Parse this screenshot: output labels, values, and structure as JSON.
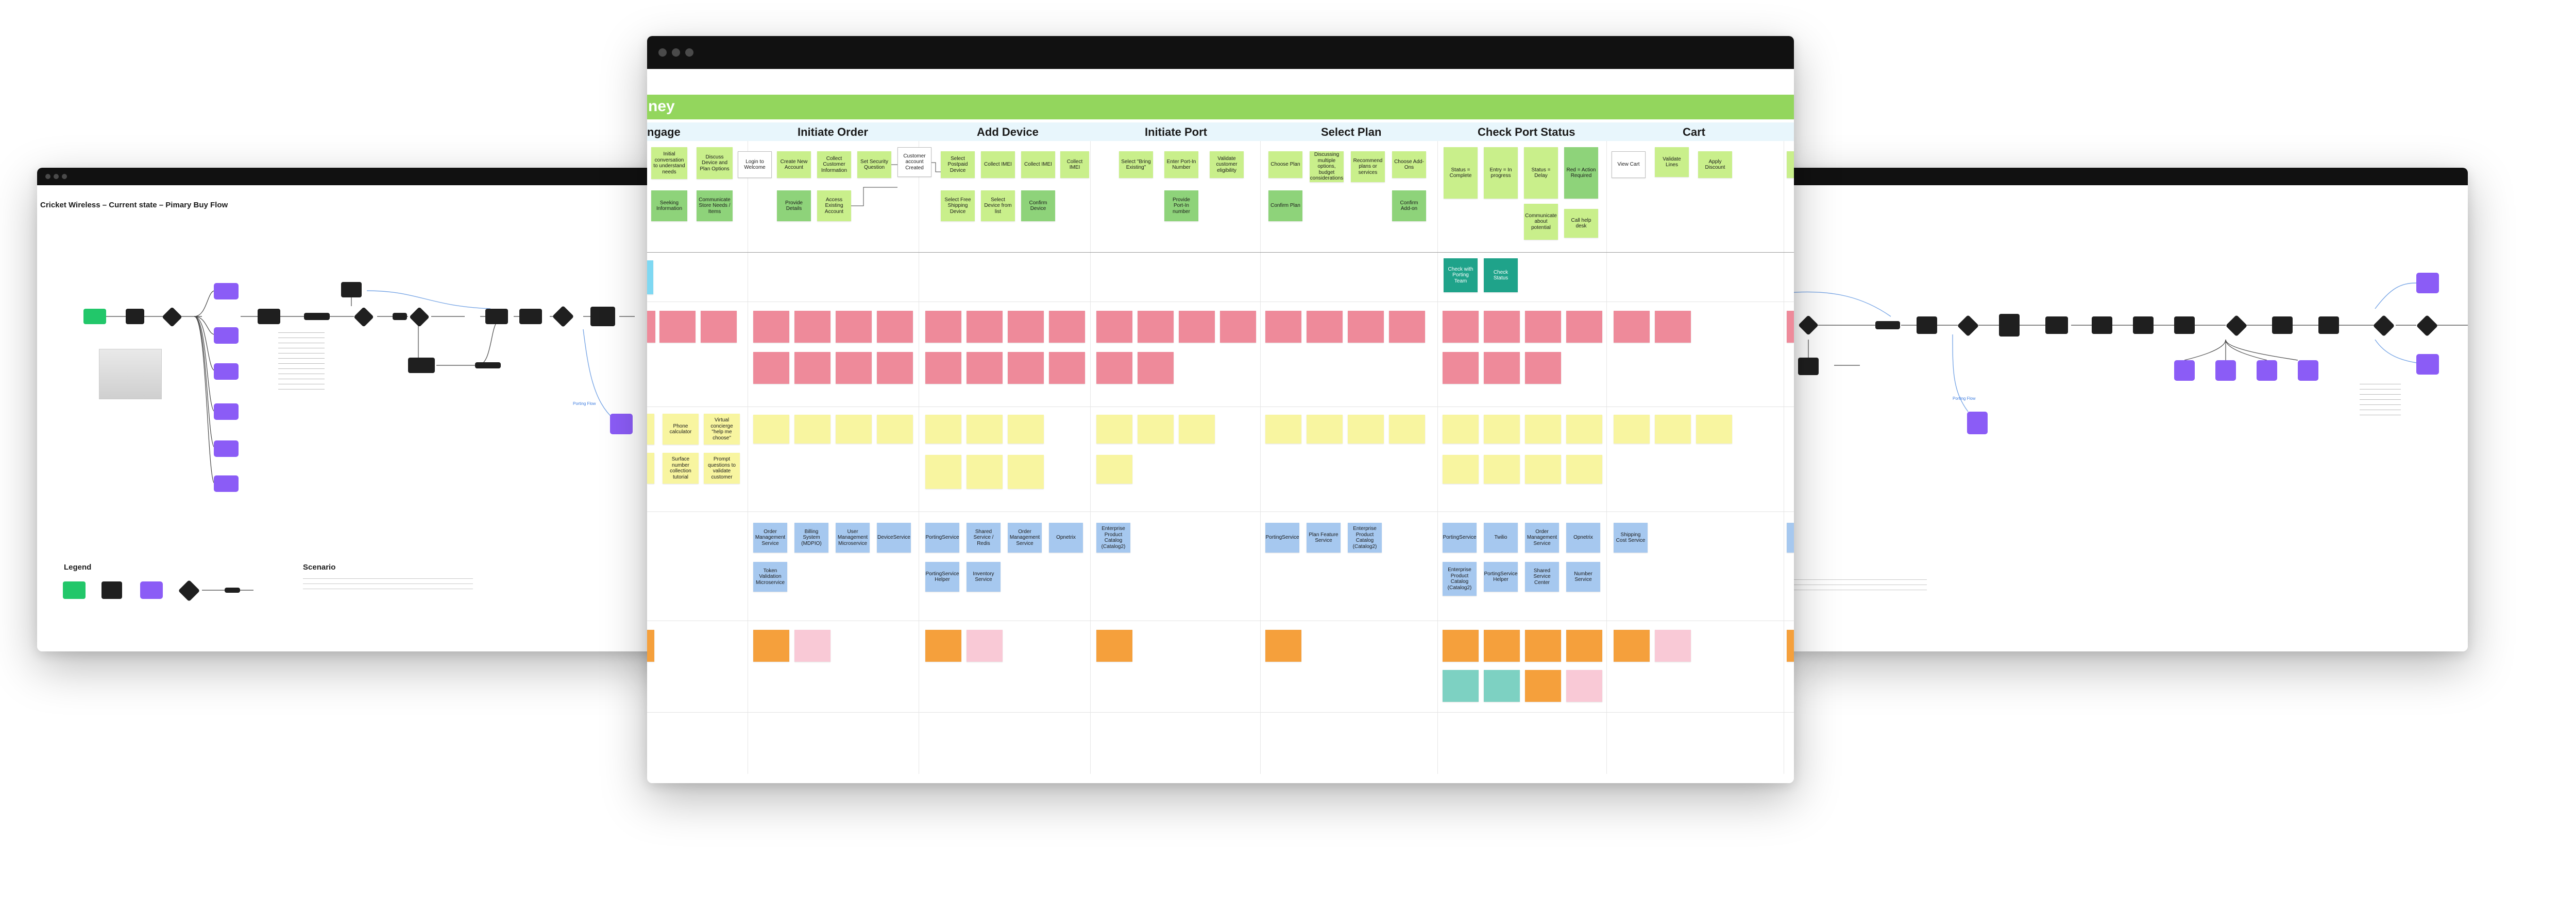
{
  "left_window": {
    "title": "Cricket Wireless – Current state – Pimary Buy Flow",
    "legend_title": "Legend",
    "scenario_title": "Scenario",
    "scenario_text": "",
    "node_labels": [],
    "branch_label": "Porting Flow"
  },
  "center_window": {
    "banner_title": "ney",
    "stages": [
      "ngage",
      "Initiate Order",
      "Add Device",
      "Initiate Port",
      "Select Plan",
      "Check Port Status",
      "Cart"
    ],
    "row1": [
      "Initial conversation to understand needs",
      "Discuss Device and Plan Options",
      "Login to Welcome",
      "Create New Account",
      "Collect Customer Information",
      "Set Security Question",
      "Customer account Created",
      "Select Postpaid Device",
      "Collect IMEI",
      "Collect IMEI",
      "Collect IMEI",
      "Select \"Bring Existing\"",
      "Enter Port-In Number",
      "Validate customer eligibility",
      "Choose Plan",
      "Discussing multiple options, budget considerations",
      "Recommend plans or services",
      "Choose Add-Ons",
      "Status = Complete",
      "Entry = In progress",
      "Status = Delay",
      "Red = Action Required",
      "View Cart",
      "Validate Lines",
      "Apply Discount"
    ],
    "row2": [
      "Seeking Information",
      "Communicate Store Needs / Items",
      "Provide Details",
      "Access Existing Account",
      "Select Free Shipping Device",
      "Select Device from list",
      "Confirm Device",
      "Provide Port-In number",
      "Confirm Plan",
      "Confirm Add-on",
      "Communicate about potential",
      "Call help desk"
    ],
    "status_tags": [
      "Check with Porting Team",
      "Check Status"
    ],
    "services_row1": [
      "Order Management Service",
      "Billing System (MDPIO)",
      "User Management Microservice",
      "DeviceService",
      "PortingService",
      "Shared Service / Redis",
      "Order Management Service",
      "Opnetrix",
      "Enterprise Product Catalog (Catalog2)",
      "PortingService",
      "Plan Feature Service",
      "Enterprise Product Catalog (Catalog2)",
      "PortingService",
      "Twilio",
      "Order Management Service",
      "Opnetrix",
      "Shipping Cost Service"
    ],
    "services_row2": [
      "Token Validation Microservice",
      "PortingService Helper",
      "Inventory Service",
      "Enterprise Product Catalog (Catalog2)",
      "PortingService Helper",
      "Shared Service Center",
      "Number Service"
    ],
    "yellow_notes": [
      "Phone calculator",
      "Virtual concierge \"help me choose\"",
      "Surface number collection tutorial",
      "Prompt questions to validate customer"
    ]
  },
  "right_window": {
    "branch_label": "Porting Flow"
  },
  "colors": {
    "banner": "#93d65d",
    "stage_band": "#e8f6fc",
    "sticky_green": "#c9ef8b",
    "sticky_pink": "#ee8a9a",
    "sticky_yellow": "#f8f5a0",
    "sticky_blue": "#a6c8ef",
    "sticky_orange": "#f5a03c",
    "node_black": "#1f1f1f",
    "node_purple": "#8b5cf6",
    "node_green": "#22c76a",
    "connector_blue": "#7aa7e6"
  }
}
